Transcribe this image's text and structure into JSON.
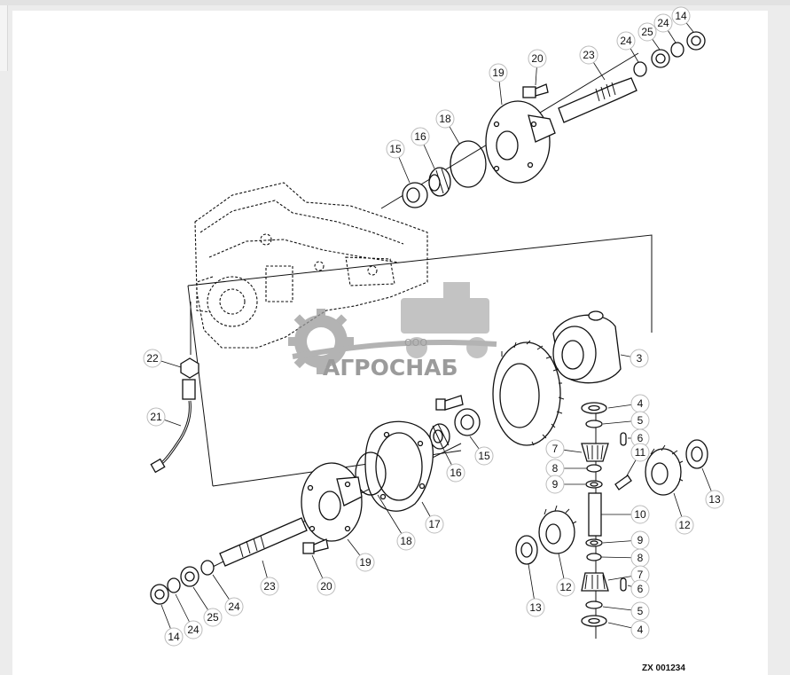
{
  "diagram": {
    "figure_code": "ZX 001234",
    "watermark": {
      "line1": "ООО",
      "line2": "АГРОСНАБ"
    },
    "callouts": [
      {
        "id": "c14a",
        "label": "14"
      },
      {
        "id": "c24a",
        "label": "24"
      },
      {
        "id": "c25a",
        "label": "25"
      },
      {
        "id": "c24b",
        "label": "24"
      },
      {
        "id": "c20a",
        "label": "20"
      },
      {
        "id": "c23a",
        "label": "23"
      },
      {
        "id": "c19a",
        "label": "19"
      },
      {
        "id": "c18a",
        "label": "18"
      },
      {
        "id": "c16a",
        "label": "16"
      },
      {
        "id": "c15a",
        "label": "15"
      },
      {
        "id": "c3",
        "label": "3"
      },
      {
        "id": "c4a",
        "label": "4"
      },
      {
        "id": "c5a",
        "label": "5"
      },
      {
        "id": "c6a",
        "label": "6"
      },
      {
        "id": "c7a",
        "label": "7"
      },
      {
        "id": "c11",
        "label": "11"
      },
      {
        "id": "c8a",
        "label": "8"
      },
      {
        "id": "c9a",
        "label": "9"
      },
      {
        "id": "c13a",
        "label": "13"
      },
      {
        "id": "c12a",
        "label": "12"
      },
      {
        "id": "c10",
        "label": "10"
      },
      {
        "id": "c22",
        "label": "22"
      },
      {
        "id": "c21",
        "label": "21"
      },
      {
        "id": "c16b",
        "label": "16"
      },
      {
        "id": "c15b",
        "label": "15"
      },
      {
        "id": "c17",
        "label": "17"
      },
      {
        "id": "c18b",
        "label": "18"
      },
      {
        "id": "c19b",
        "label": "19"
      },
      {
        "id": "c23b",
        "label": "23"
      },
      {
        "id": "c20b",
        "label": "20"
      },
      {
        "id": "c25b",
        "label": "25"
      },
      {
        "id": "c24c",
        "label": "24"
      },
      {
        "id": "c24d",
        "label": "24"
      },
      {
        "id": "c14b",
        "label": "14"
      },
      {
        "id": "c13b",
        "label": "13"
      },
      {
        "id": "c12b",
        "label": "12"
      },
      {
        "id": "c9b",
        "label": "9"
      },
      {
        "id": "c8b",
        "label": "8"
      },
      {
        "id": "c7b",
        "label": "7"
      },
      {
        "id": "c6b",
        "label": "6"
      },
      {
        "id": "c5b",
        "label": "5"
      },
      {
        "id": "c4b",
        "label": "4"
      }
    ]
  }
}
